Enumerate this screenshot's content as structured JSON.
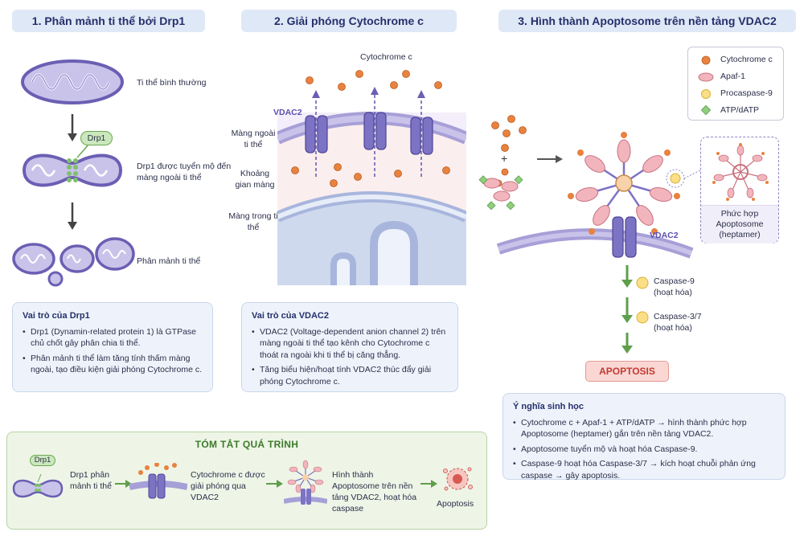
{
  "headers": {
    "h1": "1. Phân mảnh ti thể bởi Drp1",
    "h2": "2. Giải phóng Cytochrome c",
    "h3": "3. Hình thành Apoptosome trên nền tảng VDAC2"
  },
  "panel1": {
    "normal": "Ti thể bình thường",
    "drp1_tag": "Drp1",
    "recruited": "Drp1 được tuyển mộ đến màng ngoài ti thể",
    "fragmented": "Phân mảnh ti thể"
  },
  "panel2": {
    "cytochrome": "Cytochrome c",
    "vdac2": "VDAC2",
    "outer_membrane": "Màng ngoài ti thể",
    "intermembrane": "Khoảng gian màng",
    "inner_membrane": "Màng trong ti thể"
  },
  "panel3": {
    "vdac2": "VDAC2",
    "complex_label": "Phức hợp Apoptosome (heptamer)",
    "caspase9": "Caspase-9 (hoạt hóa)",
    "caspase37": "Caspase-3/7 (hoạt hóa)",
    "apoptosis": "APOPTOSIS",
    "plus": "+"
  },
  "legend": {
    "items": [
      {
        "label": "Cytochrome c",
        "color": "#e8823e"
      },
      {
        "label": "Apaf-1",
        "color": "#f2b5bd"
      },
      {
        "label": "Procaspase-9",
        "color": "#fbdf86"
      },
      {
        "label": "ATP/dATP",
        "color": "#8fcf7e"
      }
    ]
  },
  "box_drp1": {
    "title": "Vai trò của Drp1",
    "items": [
      "Drp1 (Dynamin-related protein 1) là GTPase chủ chốt gây phân chia ti thể.",
      "Phân mảnh ti thể làm tăng tính thấm màng ngoài, tạo điều kiện giải phóng Cytochrome c."
    ]
  },
  "box_vdac2": {
    "title": "Vai trò của VDAC2",
    "items": [
      "VDAC2 (Voltage-dependent anion channel 2) trên màng ngoài ti thể tạo kênh cho Cytochrome c thoát ra ngoài khi ti thể bị căng thẳng.",
      "Tăng biểu hiện/hoạt tính VDAC2 thúc đẩy giải phóng Cytochrome c."
    ]
  },
  "box_meaning": {
    "title": "Ý nghĩa sinh học",
    "items": [
      "Cytochrome c + Apaf-1 + ATP/dATP → hình thành phức hợp Apoptosome (heptamer) gắn trên nền tảng VDAC2.",
      "Apoptosome tuyển mộ và hoạt hóa Caspase-9.",
      "Caspase-9 hoạt hóa Caspase-3/7 → kích hoạt chuỗi phản ứng caspase → gây apoptosis."
    ]
  },
  "summary": {
    "title": "TÓM TẮT QUÁ TRÌNH",
    "drp1_tag": "Drp1",
    "step1": "Drp1 phân mảnh ti thể",
    "step2": "Cytochrome c được giải phóng qua VDAC2",
    "step3": "Hình thành Apoptosome trên nền tảng VDAC2, hoạt hóa caspase",
    "step4": "Apoptosis"
  },
  "colors": {
    "mito_outer": "#7a6fc0",
    "mito_fill": "#c9c3ea",
    "vdac": "#7d73c4",
    "cytochrome": "#e8823e",
    "arrow_green": "#5f9e4a",
    "header_bg": "#dfe8f6"
  }
}
